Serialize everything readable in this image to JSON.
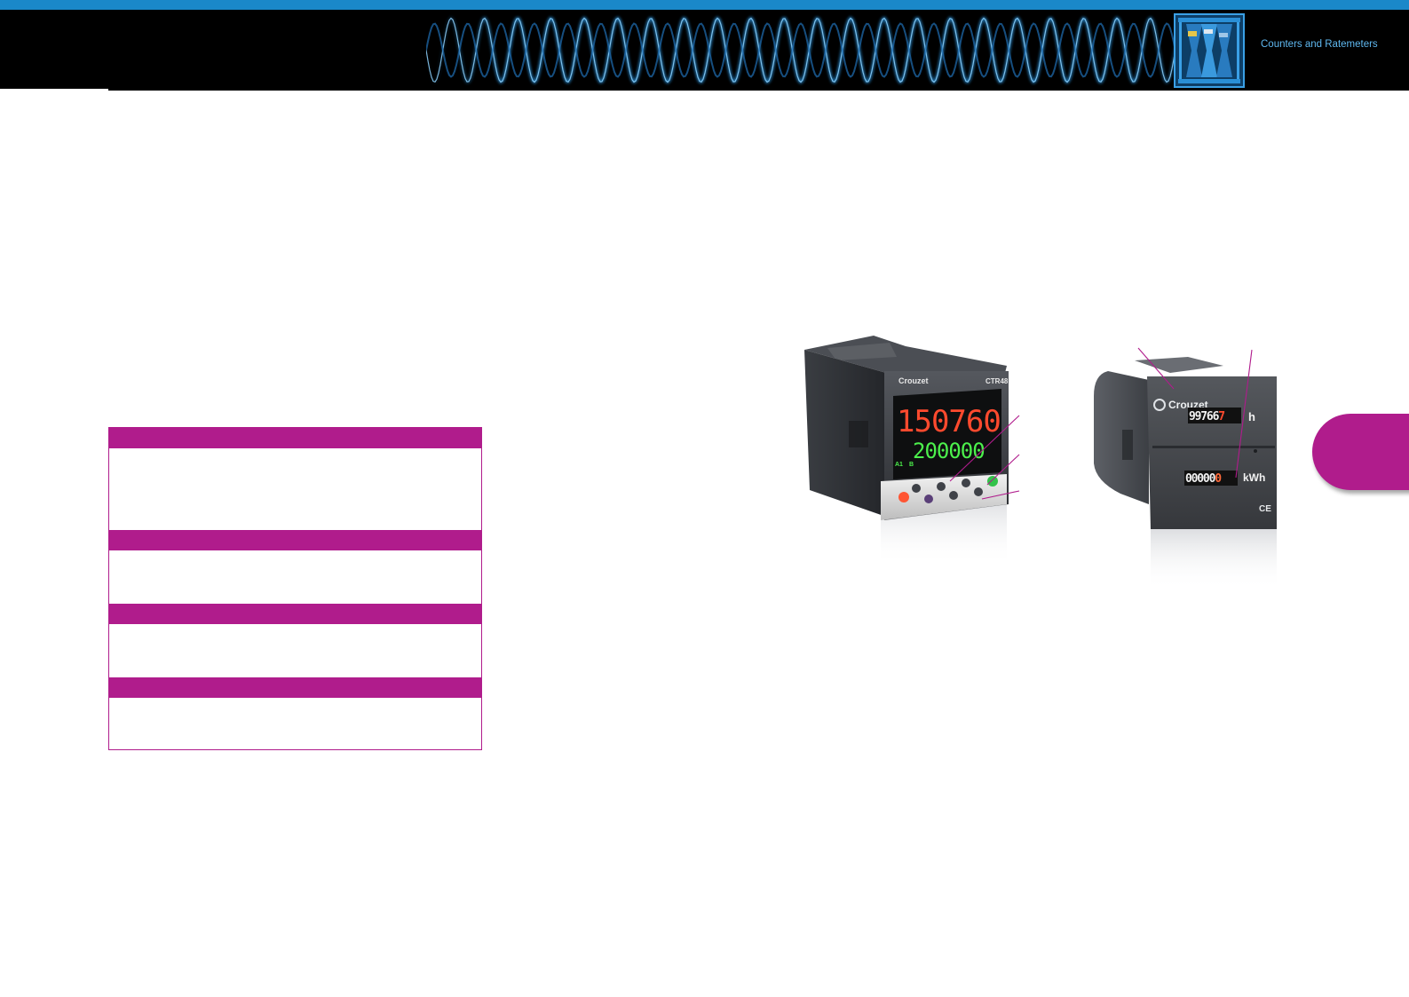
{
  "header": {
    "section_title": "Counters and Ratemeters"
  },
  "product_left": {
    "brand": "Crouzet",
    "model": "CTR48",
    "display_top": "150760",
    "display_bottom": "200000",
    "indicator_1": "A1",
    "indicator_2": "B"
  },
  "product_right": {
    "brand": "Crouzet",
    "hours_digits": [
      "9",
      "9",
      "7",
      "6",
      "6",
      "7"
    ],
    "hours_unit": "h",
    "energy_digits": [
      "0",
      "0",
      "0",
      "0",
      "0",
      "0"
    ],
    "energy_unit": "kWh",
    "ce_mark": "CE"
  },
  "colors": {
    "accent": "#b01c8c",
    "banner_blue": "#1a88c9",
    "title_blue": "#5fb8f0",
    "display_red": "#ff4a2e",
    "display_green": "#4cf04c"
  }
}
